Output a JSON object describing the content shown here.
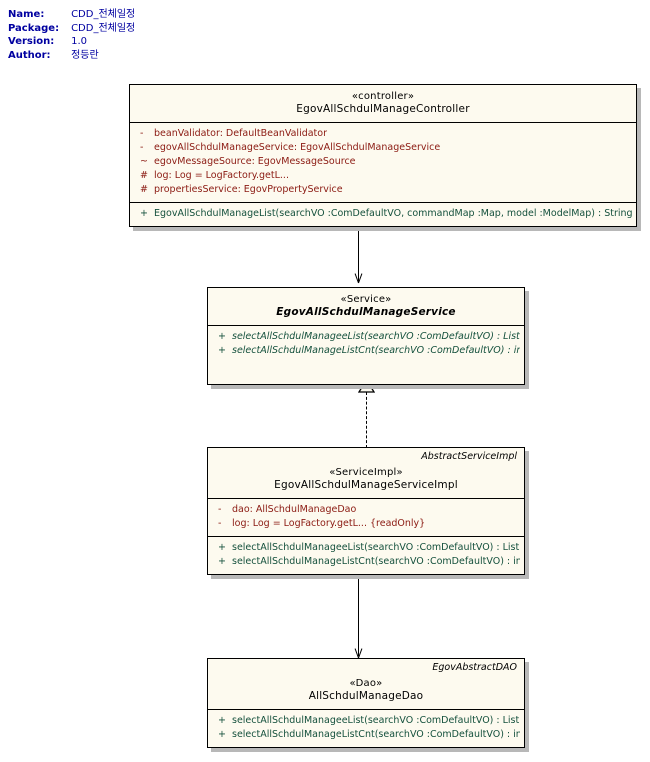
{
  "header": {
    "fields": [
      {
        "key": "Name:",
        "value": "CDD_전체일정"
      },
      {
        "key": "Package:",
        "value": "CDD_전체일정"
      },
      {
        "key": "Version:",
        "value": "1.0"
      },
      {
        "key": "Author:",
        "value": "정등란"
      }
    ]
  },
  "colors": {
    "box_fill": "#fdfaef",
    "box_border": "#000000",
    "shadow": "#b8b8b8",
    "attribute_text": "#8b1a12",
    "operation_text": "#14503c",
    "class_name_text": "#000000",
    "header_text": "#0000a0",
    "canvas": "#ffffff"
  },
  "classes": [
    {
      "id": "controller",
      "superclass": "",
      "stereotype": "«controller»",
      "name": "EgovAllSchdulManageController",
      "name_italic": false,
      "attributes": [
        {
          "visibility": "-",
          "signature": "beanValidator:  DefaultBeanValidator"
        },
        {
          "visibility": "-",
          "signature": "egovAllSchdulManageService:  EgovAllSchdulManageService"
        },
        {
          "visibility": "~",
          "signature": "egovMessageSource:  EgovMessageSource"
        },
        {
          "visibility": "#",
          "signature": "log:  Log = LogFactory.getL..."
        },
        {
          "visibility": "#",
          "signature": "propertiesService:  EgovPropertyService"
        }
      ],
      "operations": [
        {
          "visibility": "+",
          "signature": "EgovAllSchdulManageList(searchVO :ComDefaultVO, commandMap :Map, model :ModelMap) : String"
        }
      ],
      "operations_italic": false
    },
    {
      "id": "service",
      "superclass": "",
      "stereotype": "«Service»",
      "name": "EgovAllSchdulManageService",
      "name_italic": true,
      "attributes": [],
      "operations": [
        {
          "visibility": "+",
          "signature": "selectAllSchdulManageeList(searchVO :ComDefaultVO) : List"
        },
        {
          "visibility": "+",
          "signature": "selectAllSchdulManageListCnt(searchVO :ComDefaultVO) : int"
        }
      ],
      "operations_italic": true
    },
    {
      "id": "serviceimpl",
      "superclass": "AbstractServiceImpl",
      "stereotype": "«ServiceImpl»",
      "name": "EgovAllSchdulManageServiceImpl",
      "name_italic": false,
      "attributes": [
        {
          "visibility": "-",
          "signature": "dao:  AllSchdulManageDao"
        },
        {
          "visibility": "-",
          "signature": "log:  Log = LogFactory.getL... {readOnly}"
        }
      ],
      "operations": [
        {
          "visibility": "+",
          "signature": "selectAllSchdulManageeList(searchVO :ComDefaultVO) : List"
        },
        {
          "visibility": "+",
          "signature": "selectAllSchdulManageListCnt(searchVO :ComDefaultVO) : int"
        }
      ],
      "operations_italic": false
    },
    {
      "id": "dao",
      "superclass": "EgovAbstractDAO",
      "stereotype": "«Dao»",
      "name": "AllSchdulManageDao",
      "name_italic": false,
      "attributes": [],
      "operations": [
        {
          "visibility": "+",
          "signature": "selectAllSchdulManageeList(searchVO :ComDefaultVO) : List"
        },
        {
          "visibility": "+",
          "signature": "selectAllSchdulManageListCnt(searchVO :ComDefaultVO) : int"
        }
      ],
      "operations_italic": false
    }
  ],
  "connectors": [
    {
      "id": "controller-to-service",
      "from": "controller",
      "to": "service",
      "style": "solid",
      "arrow": "open"
    },
    {
      "id": "serviceimpl-to-service",
      "from": "serviceimpl",
      "to": "service",
      "style": "dashed",
      "arrow": "hollow-triangle"
    },
    {
      "id": "serviceimpl-to-dao",
      "from": "serviceimpl",
      "to": "dao",
      "style": "solid",
      "arrow": "open"
    }
  ]
}
